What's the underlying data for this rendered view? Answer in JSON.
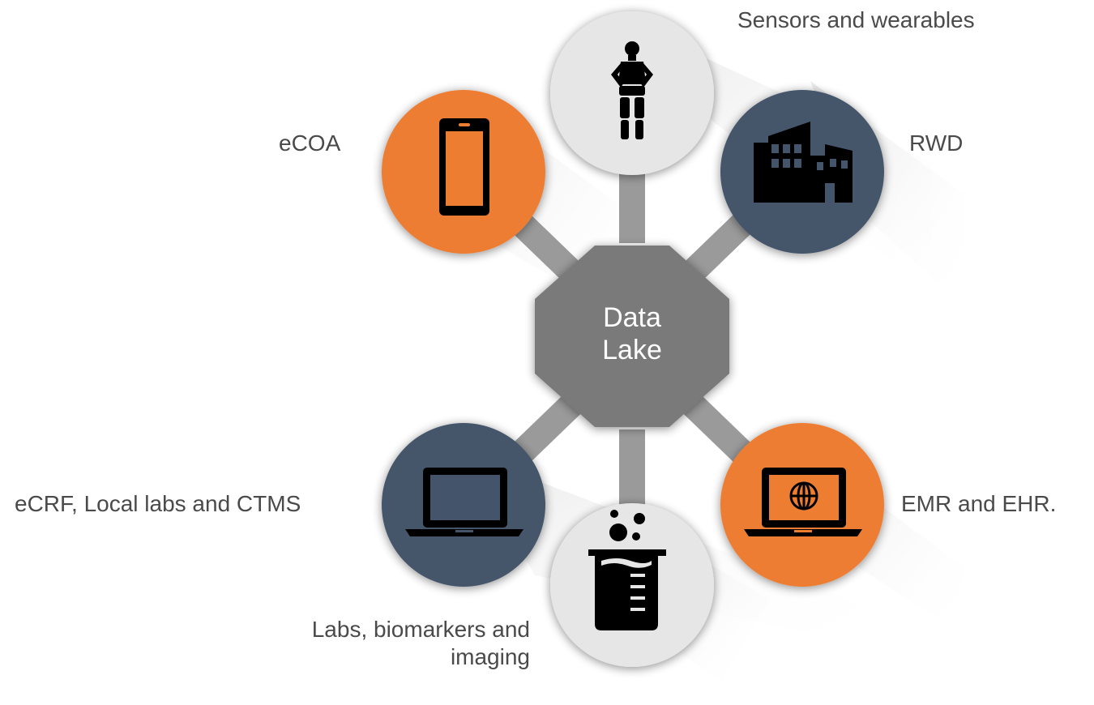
{
  "center": {
    "line1": "Data",
    "line2": "Lake",
    "color": "#7a7a7a"
  },
  "connector_color": "#9a9a9a",
  "nodes": {
    "sensors": {
      "label": "Sensors and wearables",
      "icon": "mannequin-icon",
      "color": "#e6e6e6"
    },
    "rwd": {
      "label": "RWD",
      "icon": "building-icon",
      "color": "#44546a"
    },
    "ecoa": {
      "label": "eCOA",
      "icon": "smartphone-icon",
      "color": "#ed7d31"
    },
    "ecrf": {
      "label": "eCRF, Local labs and CTMS",
      "icon": "laptop-icon",
      "color": "#44546a"
    },
    "emr": {
      "label": "EMR and EHR.",
      "icon": "laptop-globe-icon",
      "color": "#ed7d31"
    },
    "labs": {
      "label_line1": "Labs, biomarkers and",
      "label_line2": "imaging",
      "icon": "beaker-icon",
      "color": "#e6e6e6"
    }
  }
}
